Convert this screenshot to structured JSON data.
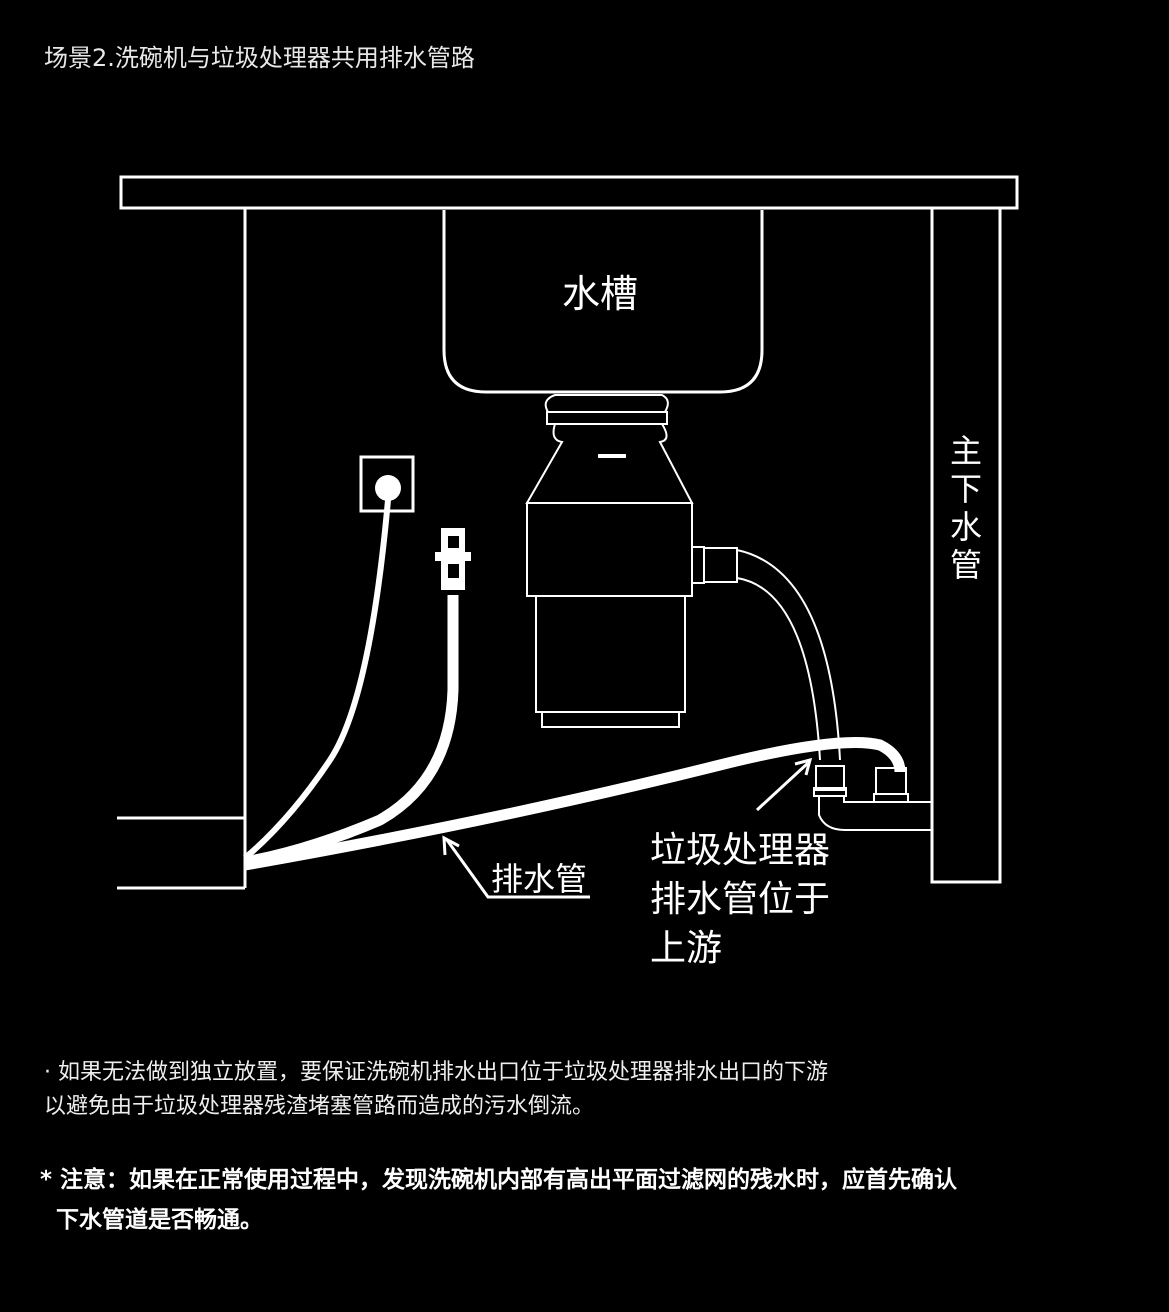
{
  "title": "场景2.洗碗机与垃圾处理器共用排水管路",
  "labels": {
    "sink": "水槽",
    "main_drain": [
      "主",
      "下",
      "水",
      "管"
    ],
    "drain_hose": "排水管",
    "disposer_note": [
      "垃圾处理器",
      "排水管位于",
      "上游"
    ]
  },
  "notes": {
    "bullet_line1": "· 如果无法做到独立放置，要保证洗碗机排水出口位于垃圾处理器排水出口的下游",
    "bullet_line2": "以避免由于垃圾处理器残渣堵塞管路而造成的污水倒流。",
    "warning_line1": "* 注意：如果在正常使用过程中，发现洗碗机内部有高出平面过滤网的残水时，应首先确认",
    "warning_line2": "  下水管道是否畅通。"
  }
}
